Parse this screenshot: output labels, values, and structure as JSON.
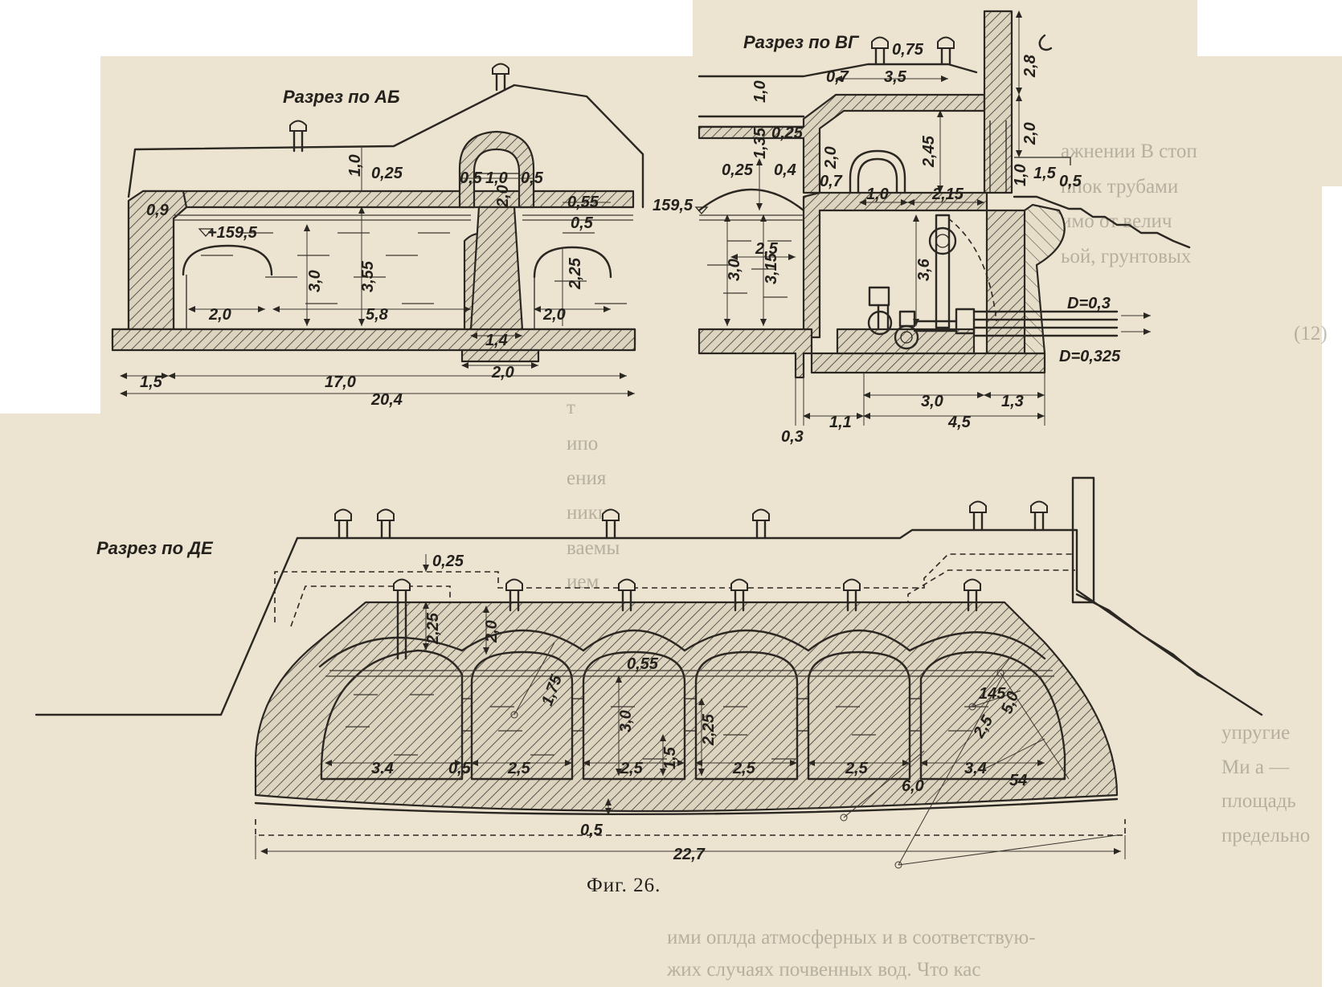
{
  "figure": {
    "caption": "Фиг. 26."
  },
  "section_ab": {
    "title": "Разрез по АБ",
    "level_mark": "+159,5",
    "dims": {
      "wall_09": "0,9",
      "cover_10": "1,0",
      "cover_025": "0,25",
      "shaft_left_05": "0,5",
      "shaft_width_10": "1,0",
      "shaft_right_05": "0,5",
      "shaft_height_20": "2,0",
      "gap_055": "0,55",
      "gap_05": "0,5",
      "depth_30": "3,0",
      "depth_355": "3,55",
      "arch_225": "2,25",
      "span_left_20": "2,0",
      "mid_58": "5,8",
      "span_right_20": "2,0",
      "pier_14": "1,4",
      "base_20": "2,0",
      "edge_15": "1,5",
      "inner_170": "17,0",
      "total_204": "20,4"
    }
  },
  "section_vg": {
    "title": "Разрез по ВГ",
    "level_mark": "159,5",
    "dims": {
      "vent_075": "0,75",
      "cover_10": "1,0",
      "wall_07": "0,7",
      "room_35": "3,5",
      "slab_135": "1,35",
      "slab_025": "0,25",
      "slab_20": "2,0",
      "height_245": "2,45",
      "arch_025": "0,25",
      "arch_04": "0,4",
      "wall_07b": "0,7",
      "door_10": "1,0",
      "door_215": "2,15",
      "chimney_28": "2,8",
      "chimney_20": "2,0",
      "step_10": "1,0",
      "step_15": "1,5",
      "step_05": "0,5",
      "depth_30": "3,0",
      "depth_315": "3,15",
      "span_25": "2,5",
      "room_36": "3,6",
      "pipe_d1": "D=0,3",
      "pipe_d2": "D=0,325",
      "floor_30": "3,0",
      "floor_13": "1,3",
      "base_03": "0,3",
      "base_11": "1,1",
      "base_45": "4,5"
    }
  },
  "section_de": {
    "title": "Разрез по ДЕ",
    "dims": {
      "cover_025": "0,25",
      "cover_225": "2,25",
      "cover_20": "2,0",
      "gap_055": "0,55",
      "radius_175": "1,75",
      "height_30": "3,0",
      "height_15": "1,5",
      "height_225": "2,25",
      "span_34a": "3.4",
      "pier_05": "0,5",
      "span_25a": "2,5",
      "span_25b": "2,5",
      "span_25c": "2,5",
      "span_25d": "2,5",
      "span_34b": "3,4",
      "radius_145": "145",
      "radius_50": "5,0",
      "radius_25": "2,5",
      "radius_60": "6,0",
      "radius_54": "54",
      "base_05": "0,5",
      "total_227": "22,7"
    }
  },
  "ghost_text": {
    "right_column": [
      "ажнении В стоп",
      "ппок трубами",
      "имо от велич",
      "ьой, грунтовых",
      "(12)"
    ],
    "middle_column": [
      "т",
      "ипо",
      "ения",
      "ники",
      "ваемы",
      "ием"
    ],
    "right_lower": [
      "упругие",
      "Ми а —",
      "площадь",
      "предельно"
    ],
    "bottom_text": [
      "ими оплда атмосферных и в соответствую-",
      "жих случаях почвенных вод. Что кас"
    ]
  }
}
